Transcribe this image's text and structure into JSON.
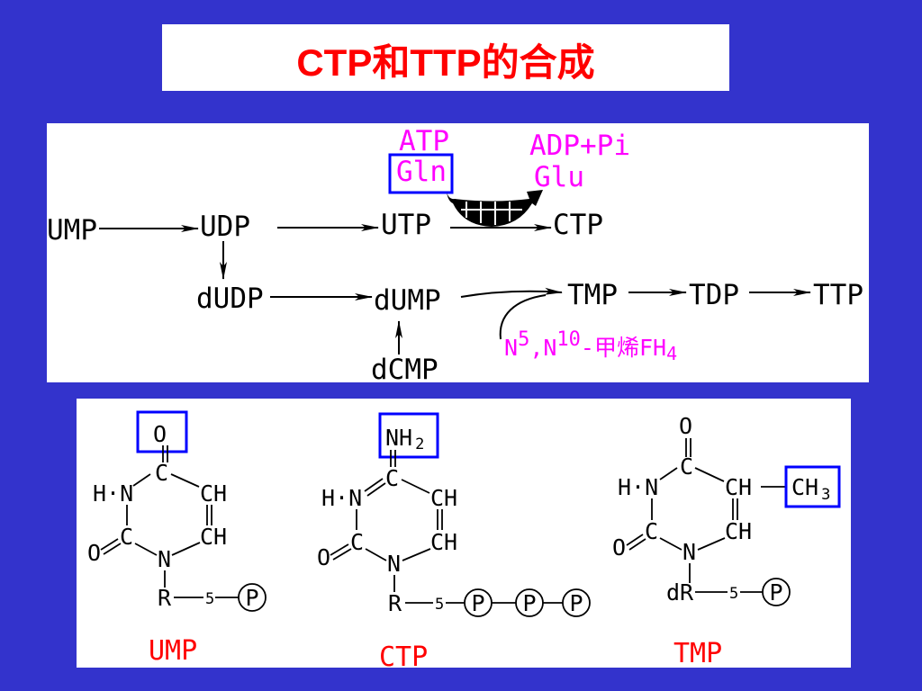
{
  "slide": {
    "title": "CTP和TTP的合成"
  },
  "colors": {
    "background": "#3333cc",
    "panel": "#ffffff",
    "title-text": "#ff0000",
    "cofactor-text": "#ff00ff",
    "highlight-box": "#0000ff",
    "structure-label": "#ff0000",
    "ink": "#000000"
  },
  "pathway": {
    "ump": "UMP",
    "udp": "UDP",
    "utp": "UTP",
    "ctp": "CTP",
    "dudp": "dUDP",
    "dump": "dUMP",
    "dcmp": "dCMP",
    "tmp": "TMP",
    "tdp": "TDP",
    "ttp": "TTP",
    "ctp_synthesis": {
      "consumed": [
        "ATP",
        "Gln"
      ],
      "released": [
        "ADP+Pi",
        "Glu"
      ]
    },
    "methyl_donor": {
      "base": "N",
      "sup_a": "5",
      "mid": ",N",
      "sup_b": "10",
      "tail": "-甲烯FH",
      "sub": "4"
    }
  },
  "structures": {
    "ump": {
      "label": "UMP",
      "o4": "O",
      "c4": "C",
      "n3": "H·N",
      "c5": "CH",
      "c2": "C",
      "o2": "O",
      "c6": "CH",
      "n1": "N",
      "sugar": "R",
      "sugar_position": "5",
      "phosphates": [
        "P"
      ]
    },
    "ctp": {
      "label": "CTP",
      "n4": "NH",
      "n4_sub": "2",
      "c4": "C",
      "n3": "H·N",
      "c5": "CH",
      "c2": "C",
      "o2": "O",
      "c6": "CH",
      "n1": "N",
      "sugar": "R",
      "sugar_position": "5",
      "phosphates": [
        "P",
        "P",
        "P"
      ]
    },
    "tmp": {
      "label": "TMP",
      "o4": "O",
      "c4": "C",
      "n3": "H·N",
      "c5": "CH",
      "methyl": "CH",
      "methyl_sub": "3",
      "c2": "C",
      "o2": "O",
      "c6": "CH",
      "n1": "N",
      "sugar": "dR",
      "sugar_position": "5",
      "phosphates": [
        "P"
      ]
    }
  }
}
